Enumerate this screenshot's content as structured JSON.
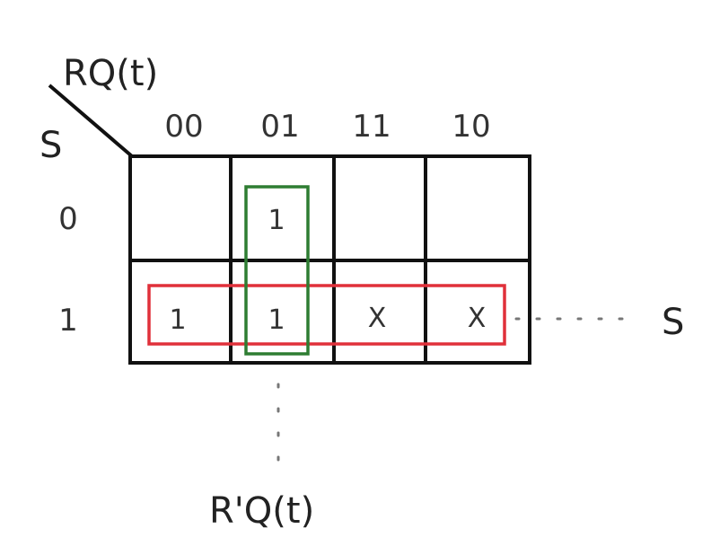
{
  "title": "Karnaugh map",
  "col_variable": "RQ(t)",
  "row_variable": "S",
  "column_headers": [
    "00",
    "01",
    "11",
    "10"
  ],
  "row_headers": [
    "0",
    "1"
  ],
  "cells": [
    [
      "",
      "1",
      "",
      ""
    ],
    [
      "1",
      "1",
      "X",
      "X"
    ]
  ],
  "groups": [
    {
      "label": "S",
      "color": "#e0303a"
    },
    {
      "label": "R'Q(t)",
      "color": "#2e7d32"
    }
  ],
  "term_labels": {
    "s": "S",
    "r_prime": "R",
    "prime": "'",
    "qt": "Q(t)"
  }
}
